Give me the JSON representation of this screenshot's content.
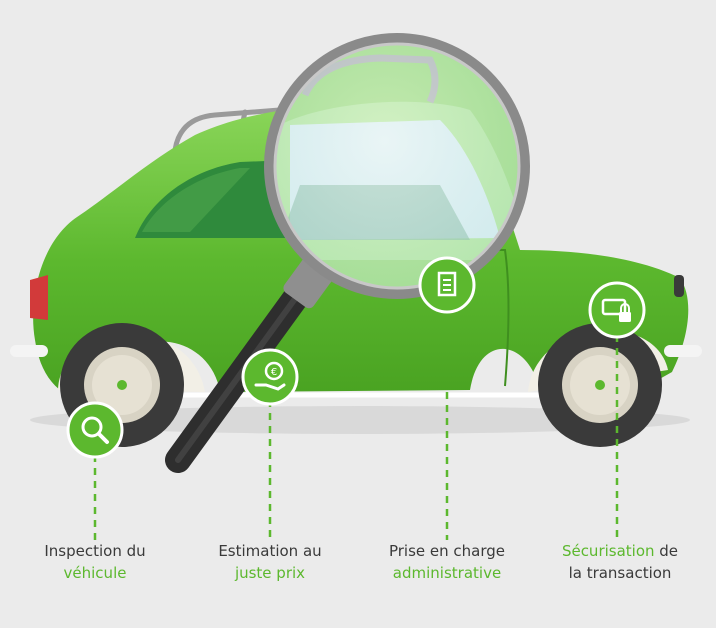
{
  "colors": {
    "background": "#ebebeb",
    "car_body": "#5cb82e",
    "car_body_light": "#7fd14f",
    "car_dark": "#3f8f1f",
    "window": "#2f8a3c",
    "wheel": "#3a3a3a",
    "text": "#3a3a3a",
    "highlight": "#5cb82e"
  },
  "features": [
    {
      "icon": "magnifier-icon",
      "line1": "Inspection du",
      "line2_highlight": "véhicule",
      "line2_rest": ""
    },
    {
      "icon": "euro-hand-icon",
      "line1": "Estimation au",
      "line2_highlight": "juste prix",
      "line2_rest": ""
    },
    {
      "icon": "document-icon",
      "line1": "Prise en charge",
      "line2_highlight": "administrative",
      "line2_rest": ""
    },
    {
      "icon": "card-lock-icon",
      "line1_highlight": "Sécurisation",
      "line1_rest": " de",
      "line2": "la transaction"
    }
  ]
}
